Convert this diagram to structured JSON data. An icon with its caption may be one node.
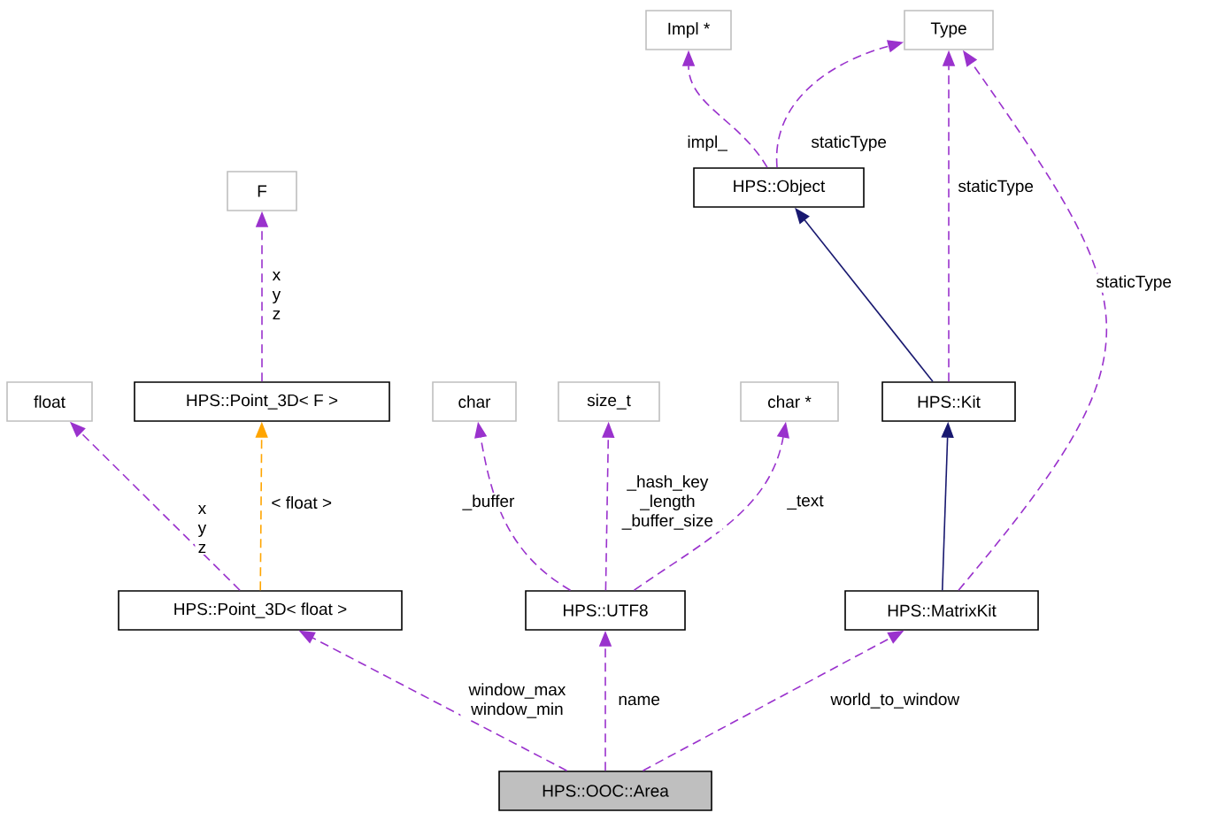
{
  "diagram": {
    "nodes": [
      {
        "text": [
          "Impl *"
        ]
      },
      {
        "text": [
          "Type"
        ]
      },
      {
        "text": [
          "HPS::Object"
        ]
      },
      {
        "text": [
          "F"
        ]
      },
      {
        "text": [
          "float"
        ]
      },
      {
        "text": [
          "HPS::Point_3D< F >"
        ]
      },
      {
        "text": [
          "char"
        ]
      },
      {
        "text": [
          "size_t"
        ]
      },
      {
        "text": [
          "char *"
        ]
      },
      {
        "text": [
          "HPS::Kit"
        ]
      },
      {
        "text": [
          "HPS::Point_3D< float >"
        ]
      },
      {
        "text": [
          "HPS::UTF8"
        ]
      },
      {
        "text": [
          "HPS::MatrixKit"
        ]
      },
      {
        "text": [
          "HPS::OOC::Area"
        ]
      }
    ],
    "edges": [
      {
        "from": 13,
        "to": 10,
        "arrow": "to",
        "label": "window_max window_min",
        "style": "dashed"
      },
      {
        "from": 13,
        "to": 11,
        "arrow": "to",
        "label": "name",
        "style": "dashed"
      },
      {
        "from": 13,
        "to": 12,
        "arrow": "to",
        "label": "world_to_window",
        "style": "dashed"
      },
      {
        "from": 10,
        "to": 4,
        "arrow": "to",
        "label": "x y z",
        "style": "dashed"
      },
      {
        "from": 10,
        "to": 5,
        "arrow": "to",
        "label": "< float >",
        "style": "dashed",
        "color": "#ffa500"
      },
      {
        "from": 5,
        "to": 3,
        "arrow": "to",
        "label": "x y z",
        "style": "dashed"
      },
      {
        "from": 11,
        "to": 6,
        "arrow": "to",
        "label": "_buffer",
        "style": "dashed"
      },
      {
        "from": 11,
        "to": 7,
        "arrow": "to",
        "label": "_hash_key _length _buffer_size",
        "style": "dashed"
      },
      {
        "from": 11,
        "to": 8,
        "arrow": "to",
        "label": "_text",
        "style": "dashed"
      },
      {
        "from": 12,
        "to": 9,
        "arrow": "to",
        "color": "#191970"
      },
      {
        "from": 12,
        "to": 1,
        "arrow": "to",
        "label": "staticType",
        "style": "dashed"
      },
      {
        "from": 9,
        "to": 2,
        "arrow": "to",
        "color": "#191970"
      },
      {
        "from": 9,
        "to": 1,
        "arrow": "to",
        "label": "staticType",
        "style": "dashed"
      },
      {
        "from": 2,
        "to": 0,
        "arrow": "to",
        "label": "impl_",
        "style": "dashed"
      },
      {
        "from": 2,
        "to": 1,
        "arrow": "to",
        "label": "staticType",
        "style": "dashed"
      }
    ]
  }
}
